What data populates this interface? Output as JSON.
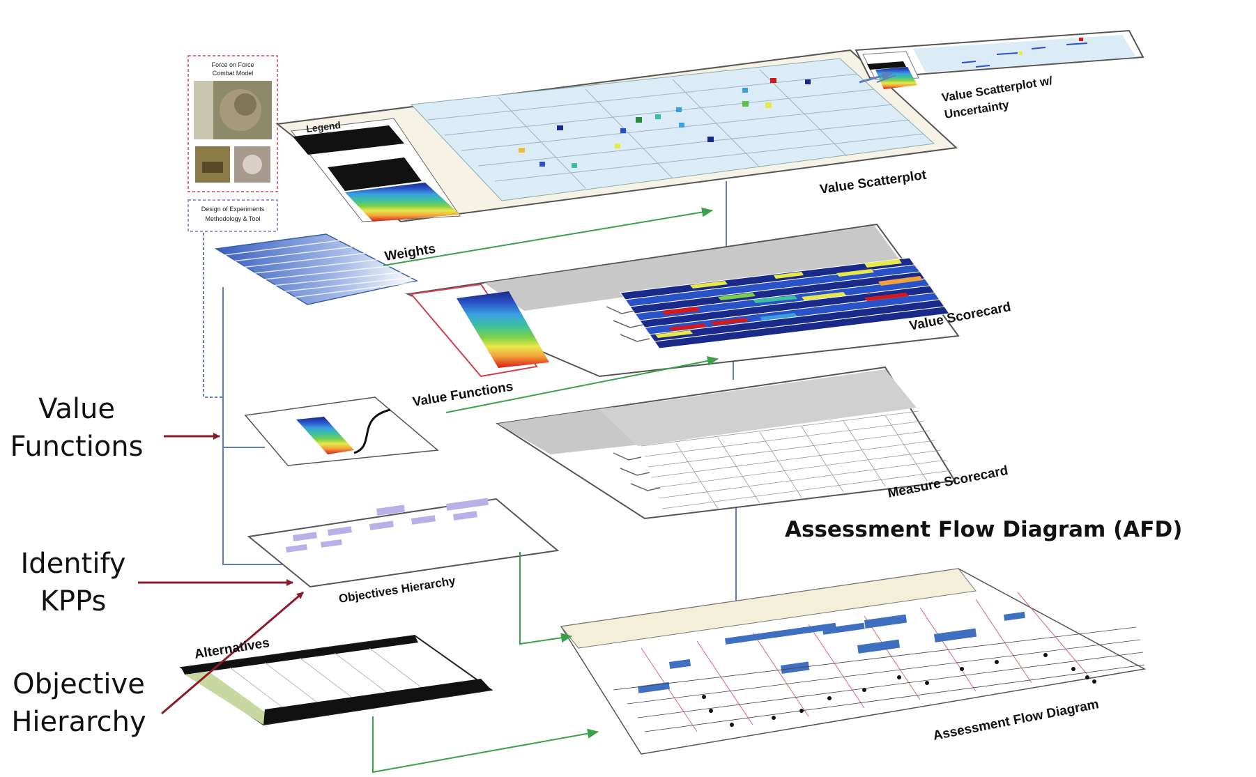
{
  "side_labels": {
    "value_functions": [
      "Value",
      "Functions"
    ],
    "identify_kpps": [
      "Identify",
      "KPPs"
    ],
    "objective_hierarchy": [
      "Objective",
      "Hierarchy"
    ]
  },
  "title": "Assessment Flow Diagram (AFD)",
  "layers": {
    "value_scatterplot": "Value Scatterplot",
    "value_scatterplot_uncertainty": [
      "Value Scatterplot w/",
      "Uncertainty"
    ],
    "weights": "Weights",
    "value_scorecard": "Value Scorecard",
    "value_functions": "Value Functions",
    "measure_scorecard": "Measure Scorecard",
    "objectives_hierarchy": "Objectives Hierarchy",
    "alternatives": "Alternatives",
    "assessment_flow_diagram": "Assessment Flow Diagram"
  },
  "sources": {
    "combat_model": [
      "Force on Force",
      "Combat Model"
    ],
    "doe_tool": [
      "Design of Experiments",
      "Methodology & Tool"
    ]
  },
  "legend_title": "Legend",
  "colors": {
    "arrow_red": "#8b1a2b",
    "arrow_green": "#3aa04a",
    "connector_blue": "#5b7fbf",
    "plot_bg": "#dcecf6",
    "panel_bg": "#f6f1e3",
    "value_scale": [
      "#1a2a8a",
      "#2a52c8",
      "#3aa0e0",
      "#3cc0a0",
      "#7ccf4a",
      "#e8e84a",
      "#f2a03a",
      "#e84030",
      "#c81818"
    ]
  }
}
